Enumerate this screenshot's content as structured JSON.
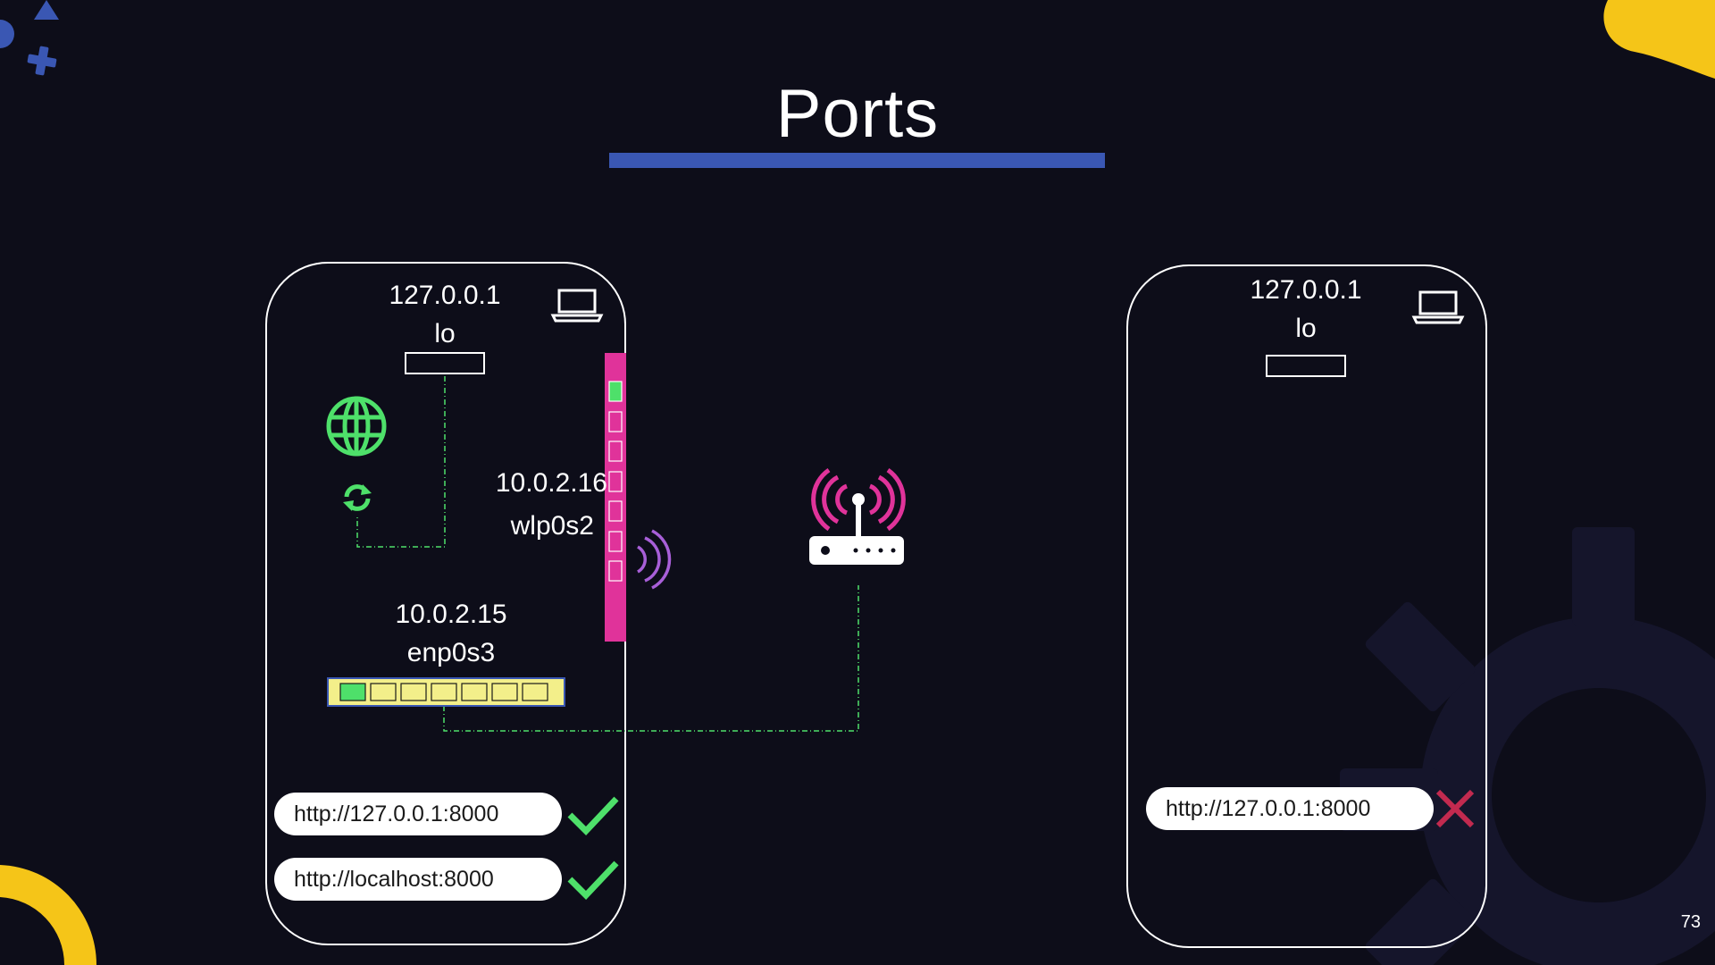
{
  "slide": {
    "title": "Ports",
    "page_number": "73"
  },
  "colors": {
    "background": "#0d0d19",
    "accent_bar": "#3a57b3",
    "port_strip_wifi": "#e0339a",
    "port_strip_ethernet": "#f3ef8a",
    "open_port": "#4ee06a",
    "check": "#4ee06a",
    "cross": "#c22a4f",
    "decor_yellow": "#f5c518"
  },
  "left_device": {
    "lo_ip": "127.0.0.1",
    "lo_name": "lo",
    "wifi_ip": "10.0.2.16",
    "wifi_name": "wlp0s2",
    "eth_ip": "10.0.2.15",
    "eth_name": "enp0s3",
    "urls": [
      {
        "text": "http://127.0.0.1:8000",
        "status": "check-icon"
      },
      {
        "text": "http://localhost:8000",
        "status": "check-icon"
      }
    ]
  },
  "right_device": {
    "lo_ip": "127.0.0.1",
    "lo_name": "lo",
    "urls": [
      {
        "text": "http://127.0.0.1:8000",
        "status": "cross-icon"
      }
    ]
  }
}
